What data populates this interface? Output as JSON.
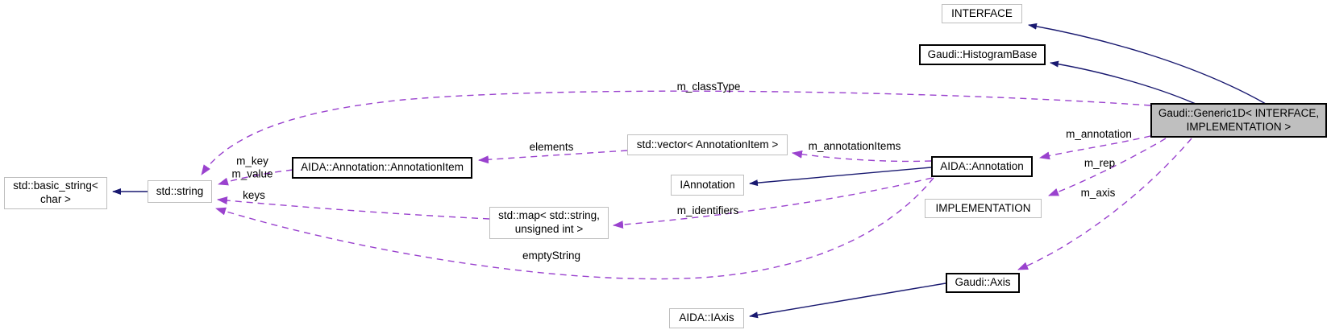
{
  "nodes": {
    "interface": {
      "label": "INTERFACE"
    },
    "histogram_base": {
      "label": "Gaudi::HistogramBase"
    },
    "generic1d": {
      "label": "Gaudi::Generic1D< INTERFACE,\nIMPLEMENTATION >"
    },
    "annotation": {
      "label": "AIDA::Annotation"
    },
    "implementation": {
      "label": "IMPLEMENTATION"
    },
    "vector_annotationitem": {
      "label": "std::vector< AnnotationItem >"
    },
    "iannotation": {
      "label": "IAnnotation"
    },
    "annotation_item": {
      "label": "AIDA::Annotation::AnnotationItem"
    },
    "std_string": {
      "label": "std::string"
    },
    "basic_string": {
      "label": "std::basic_string<\nchar >"
    },
    "std_map": {
      "label": "std::map< std::string,\nunsigned int >"
    },
    "gaudi_axis": {
      "label": "Gaudi::Axis"
    },
    "aida_iaxis": {
      "label": "AIDA::IAxis"
    }
  },
  "edge_labels": {
    "m_classType": "m_classType",
    "elements": "elements",
    "m_annotationItems": "m_annotationItems",
    "m_key_m_value": "m_key\nm_value",
    "keys": "keys",
    "m_identifiers": "m_identifiers",
    "emptyString": "emptyString",
    "m_annotation": "m_annotation",
    "m_rep": "m_rep",
    "m_axis": "m_axis"
  },
  "colors": {
    "background": "#ffffff",
    "inheritance_edge": "#191970",
    "usage_edge": "#9a42ce",
    "node_border_plain": "#bebebe",
    "node_border_documented": "#000000",
    "selected_node_fill": "#bfbfbf",
    "text": "#000000"
  }
}
